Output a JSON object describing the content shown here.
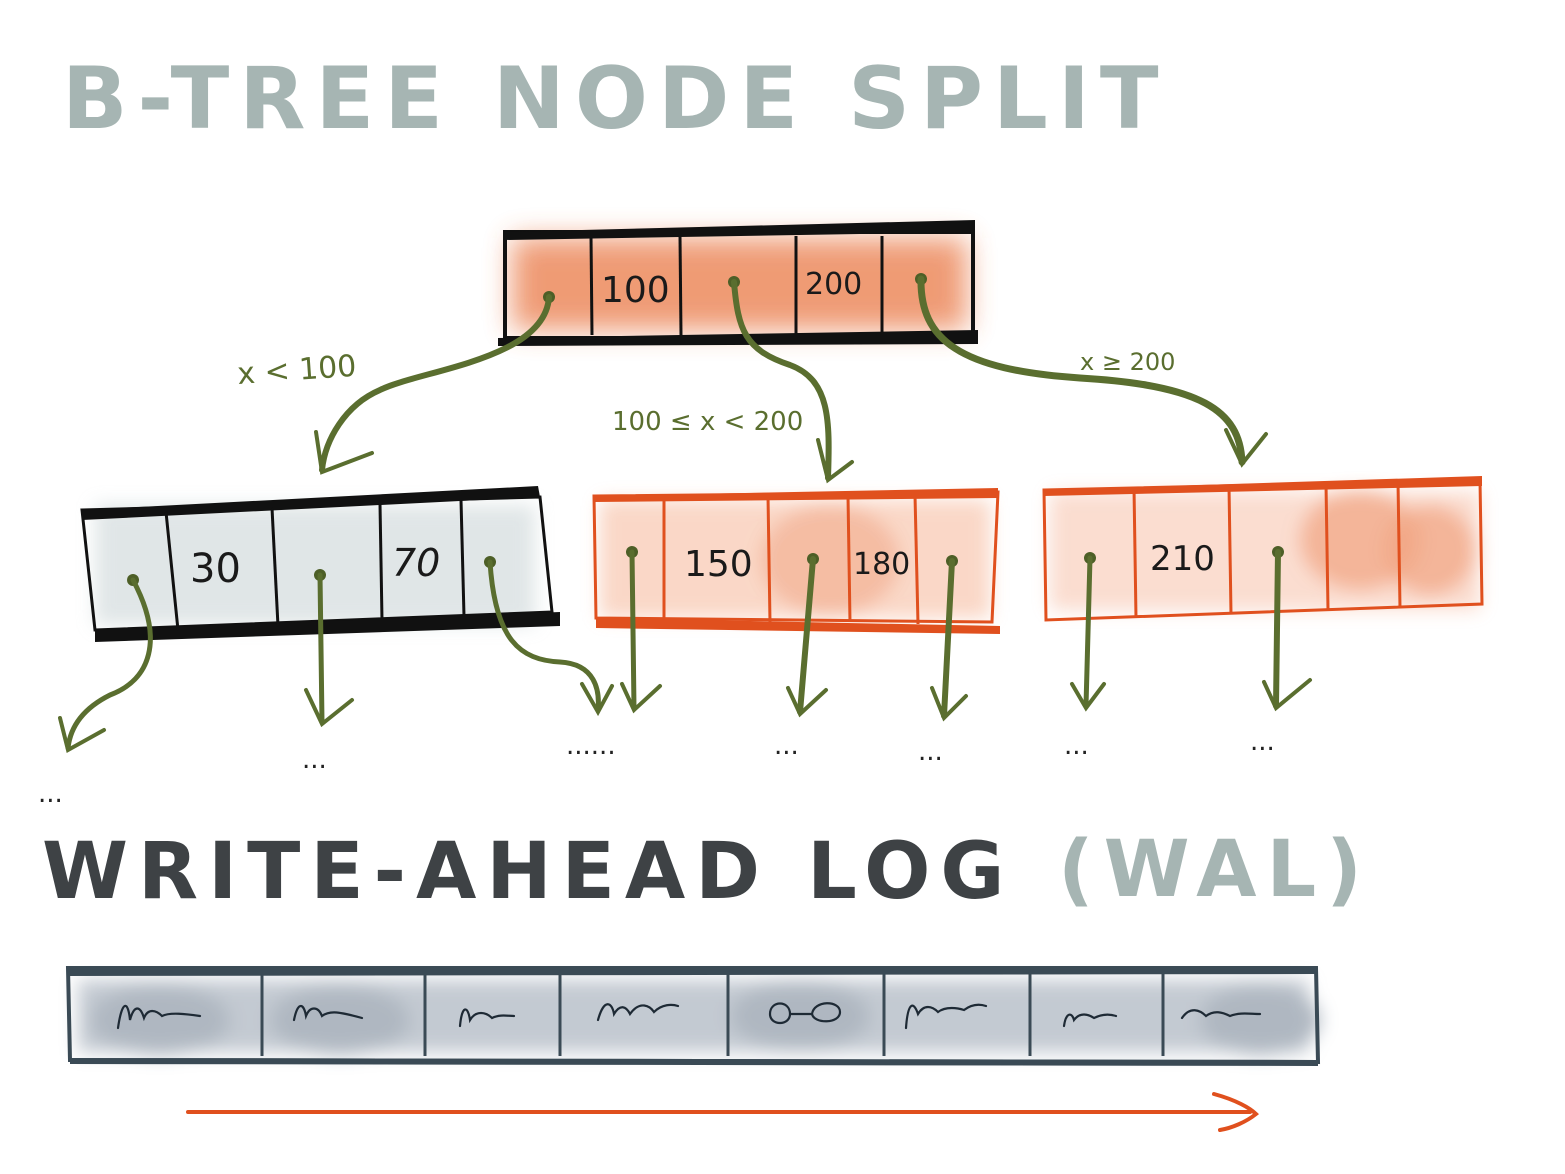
{
  "title": "B-TREE NODE SPLIT",
  "colors": {
    "title_gray": "#a6b5b3",
    "ink": "#1a1a1a",
    "accent_orange": "#e0501e",
    "orange_fill": "#e9743f",
    "pointer_green": "#5a6e2f",
    "wal_title": "#3e4245",
    "wal_border": "#3a4a55",
    "wal_fill": "#aab4bf"
  },
  "root_node": {
    "keys": [
      "100",
      "200"
    ]
  },
  "edges": [
    {
      "label": "x < 100"
    },
    {
      "label": "100 ≤ x < 200"
    },
    {
      "label": "x ≥ 200"
    }
  ],
  "children": [
    {
      "id": "left",
      "keys": [
        "30",
        "70"
      ]
    },
    {
      "id": "middle",
      "keys": [
        "150",
        "180"
      ]
    },
    {
      "id": "right",
      "keys": [
        "210"
      ]
    }
  ],
  "ellipses": [
    "...",
    "...",
    "......",
    "...",
    "...",
    "...",
    "..."
  ],
  "wal": {
    "title": "WRITE-AHEAD LOG",
    "abbrev": "(WAL)",
    "entries": 8
  }
}
